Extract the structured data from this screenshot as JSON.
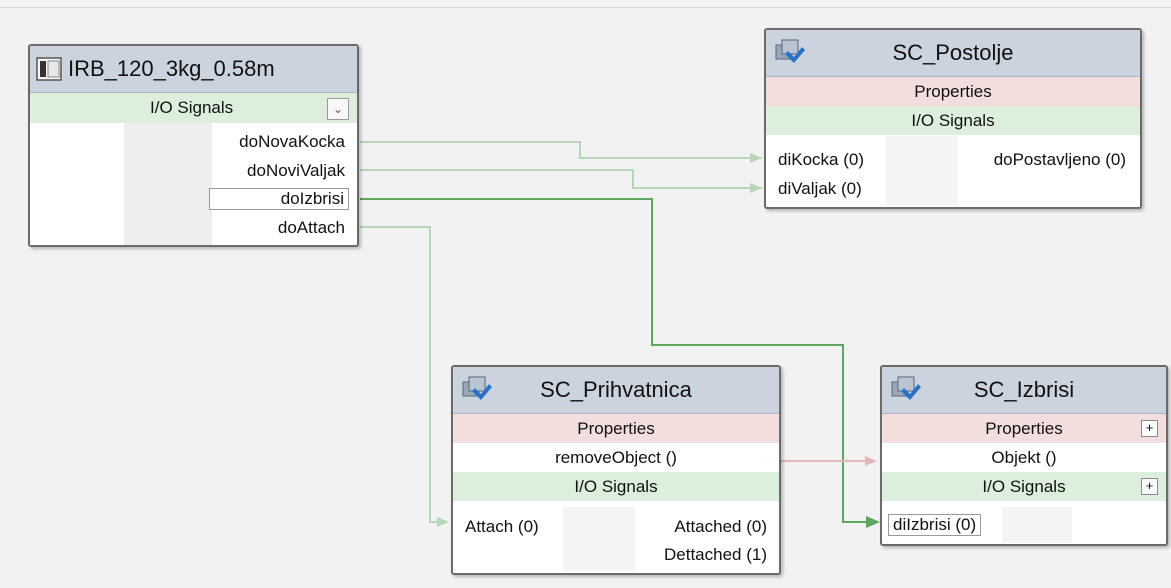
{
  "robot": {
    "title": "IRB_120_3kg_0.58m",
    "icon": "robot-controller-icon",
    "io_label": "I/O Signals",
    "signals": [
      "doNovaKocka",
      "doNoviValjak",
      "doIzbrisi",
      "doAttach"
    ]
  },
  "postolje": {
    "title": "SC_Postolje",
    "icon": "smart-component-icon",
    "props_label": "Properties",
    "io_label": "I/O Signals",
    "inputs": [
      "diKocka (0)",
      "diValjak (0)"
    ],
    "outputs": [
      "doPostavljeno (0)"
    ]
  },
  "prihvatnica": {
    "title": "SC_Prihvatnica",
    "icon": "smart-component-icon",
    "props_label": "Properties",
    "property": "removeObject ()",
    "io_label": "I/O Signals",
    "inputs": [
      "Attach (0)"
    ],
    "outputs": [
      "Attached (0)",
      "Dettached (1)"
    ]
  },
  "izbrisi": {
    "title": "SC_Izbrisi",
    "icon": "smart-component-icon",
    "props_label": "Properties",
    "property": "Objekt ()",
    "io_label": "I/O Signals",
    "inputs": [
      "diIzbrisi (0)"
    ],
    "expand_symbol": "+"
  },
  "colors": {
    "header": "#cbd3df",
    "properties_band": "#f3dede",
    "io_band": "#dcefdc",
    "signal_wire": "#b6d6b6",
    "selected_wire": "#5ea65e",
    "property_wire": "#e2b8b8"
  },
  "dropdown_symbol": "⌄"
}
